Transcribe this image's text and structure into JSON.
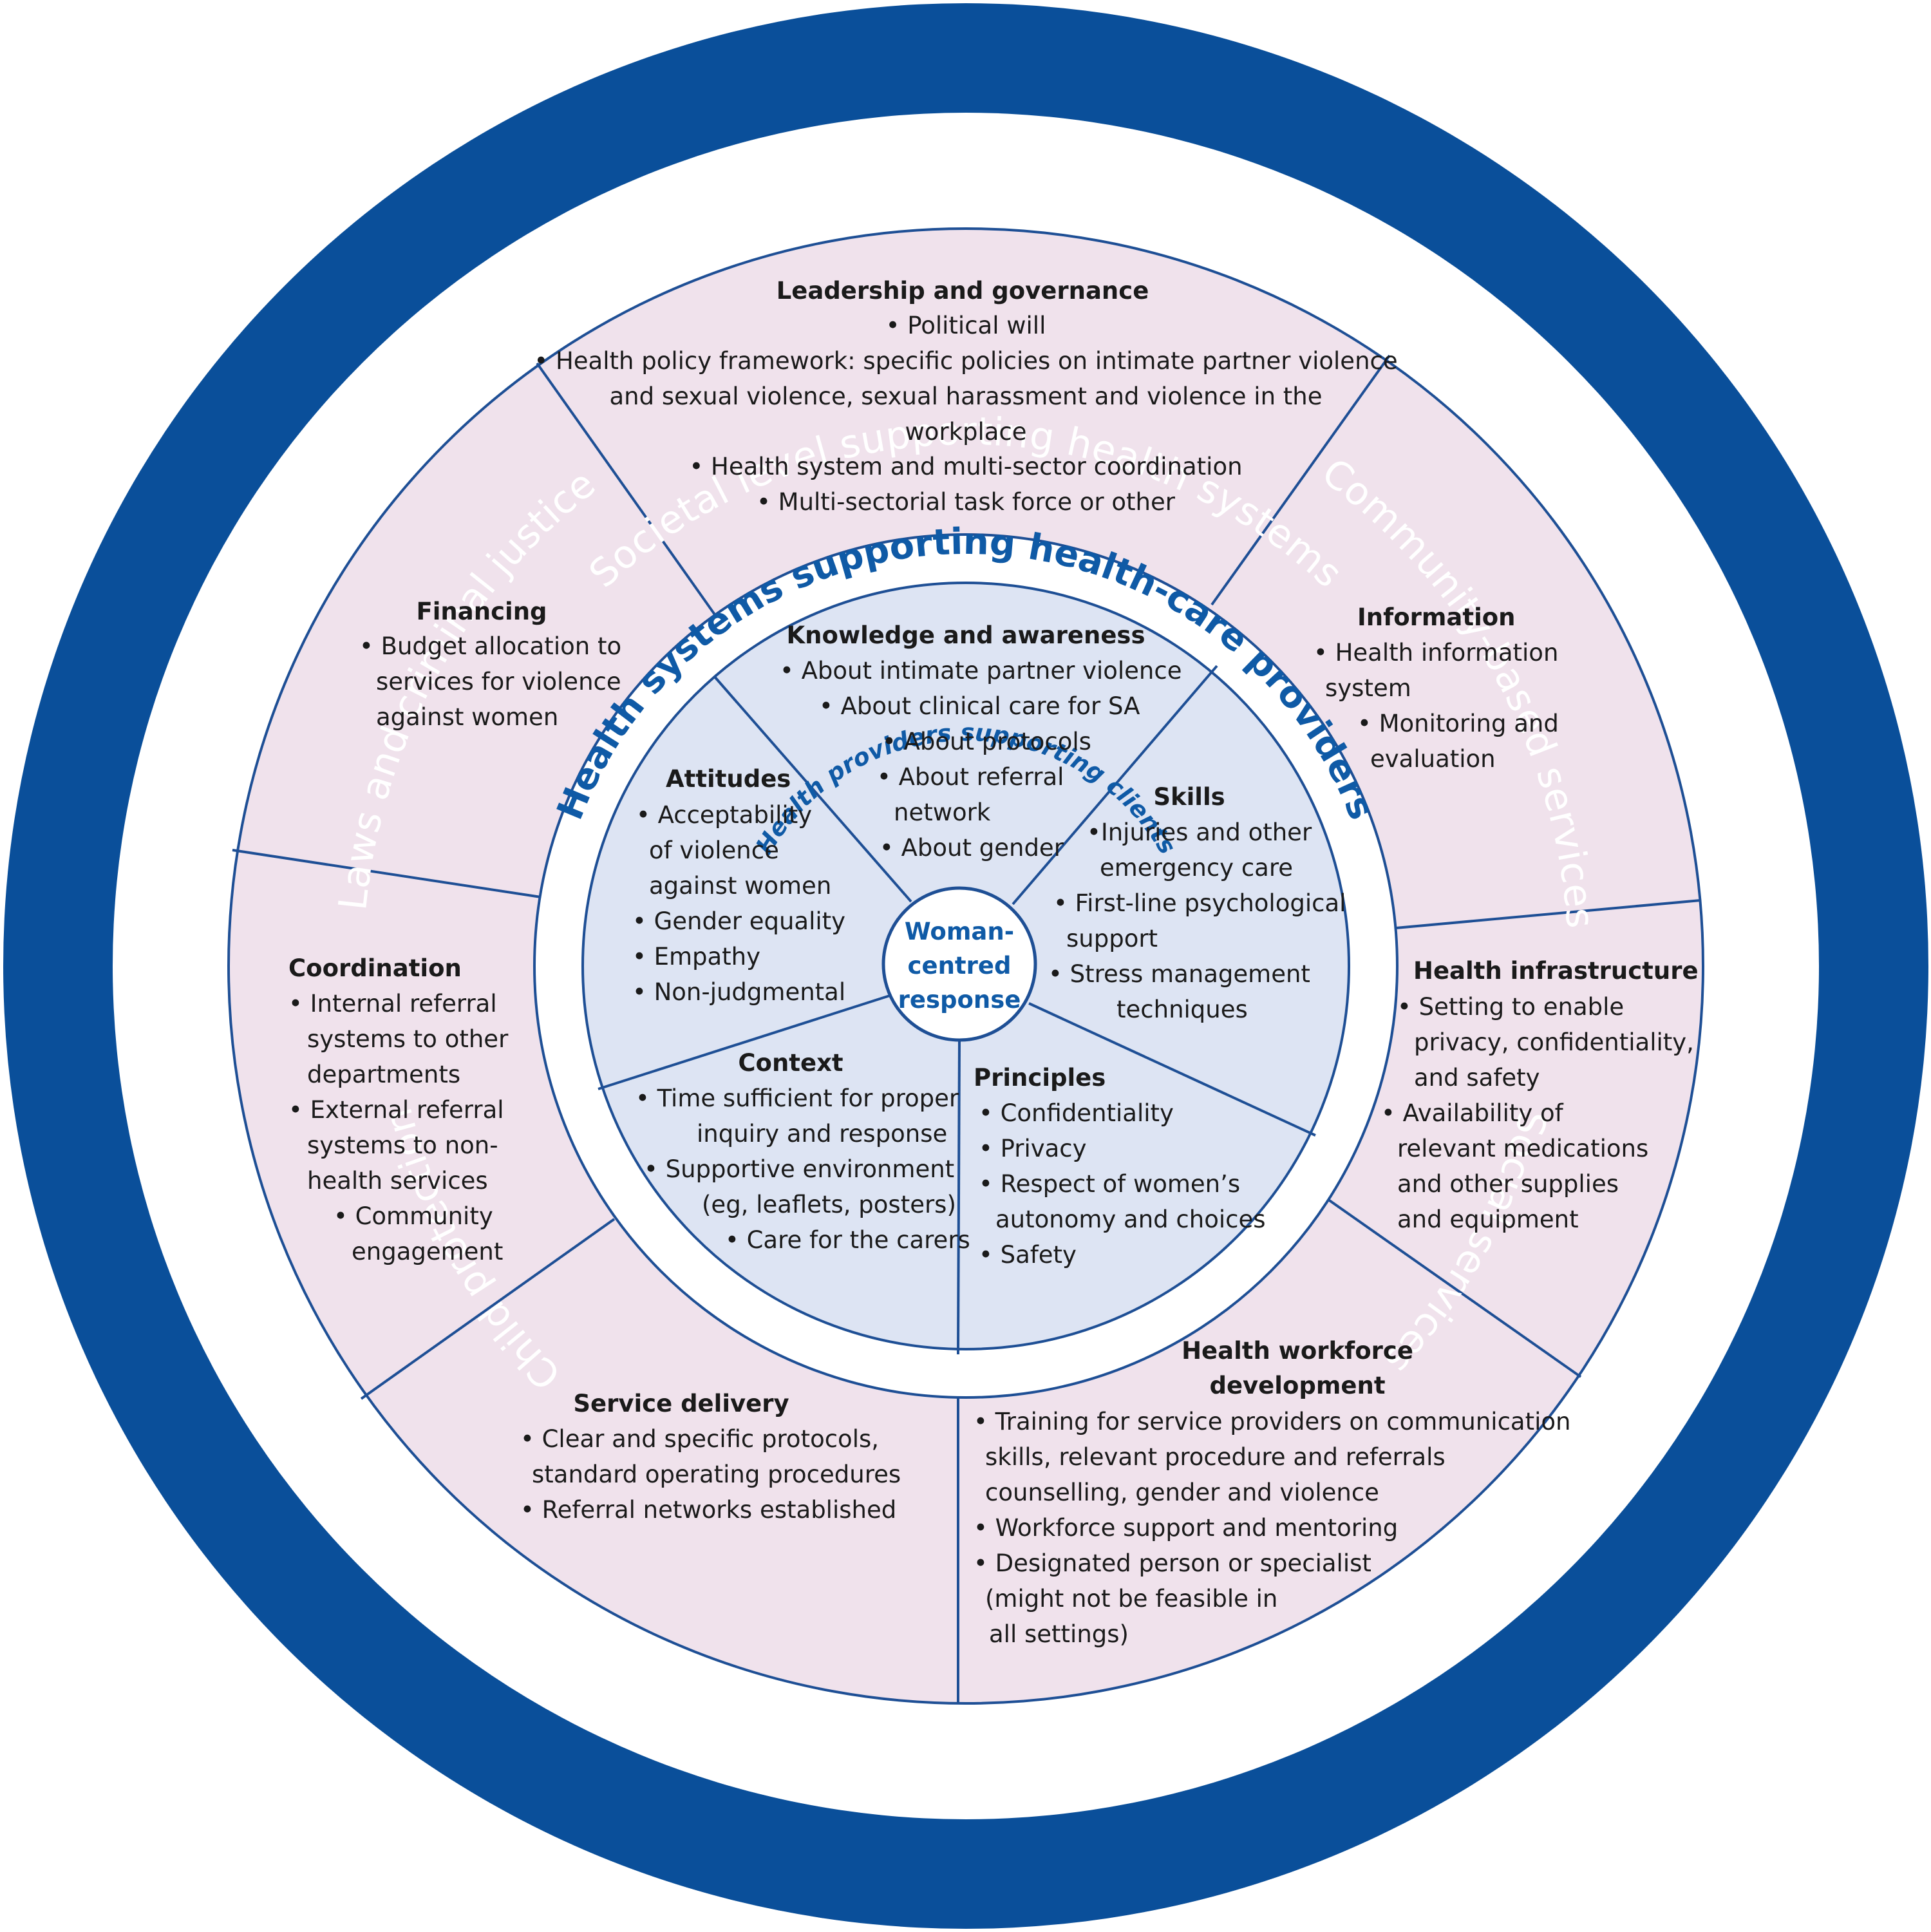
{
  "colors": {
    "outer_ring": "#0a4f9a",
    "middle_segment_fill": "#f0e2ec",
    "inner_segment_fill": "#dde4f3",
    "divider": "#1e4f95",
    "label_blue": "#0f5aa6"
  },
  "outer_ring_labels": {
    "top": "Societal level supporting health systems",
    "left_upper": "Laws and criminal justice",
    "right_upper": "Community-based services",
    "left_lower": "Child protection",
    "right_lower": "Social services"
  },
  "middle_ring_label": "Health systems supporting health-care providers",
  "inner_ring_label": "Health providers supporting clients",
  "center": [
    "Woman-",
    "centred",
    "response"
  ],
  "middle_segments": [
    {
      "title": "Leadership and governance",
      "lines": [
        "• Political will",
        "• Health policy framework: specific policies on intimate partner violence",
        "and sexual violence, sexual harassment and violence in the",
        "workplace",
        "• Health system and multi-sector coordination",
        "• Multi-sectorial task force  or other"
      ]
    },
    {
      "title": "Information",
      "lines": [
        "• Health information",
        "system",
        "• Monitoring and",
        "evaluation"
      ]
    },
    {
      "title": "Health infrastructure",
      "lines": [
        "• Setting to enable",
        "privacy, confidentiality,",
        "and safety",
        "• Availability of",
        "relevant medications",
        "and  other supplies",
        "and equipment"
      ]
    },
    {
      "title": "Health workforce",
      "title2": "development",
      "lines": [
        "• Training for service providers on communication",
        "skills, relevant procedure and referrals",
        "counselling, gender and violence",
        "• Workforce support and mentoring",
        "• Designated person or specialist",
        "(might not be feasible in",
        "all settings)"
      ]
    },
    {
      "title": "Service delivery",
      "lines": [
        "• Clear and specific protocols,",
        "standard operating procedures",
        "• Referral networks established"
      ]
    },
    {
      "title": "Coordination",
      "lines": [
        "• Internal referral",
        "systems to other",
        "departments",
        "• External referral",
        "systems to non-",
        "health services",
        "• Community",
        "engagement"
      ]
    },
    {
      "title": "Financing",
      "lines": [
        "• Budget allocation to",
        "services for violence",
        "against women"
      ]
    }
  ],
  "inner_segments": [
    {
      "title": "Knowledge and awareness",
      "lines": [
        "• About intimate partner violence",
        "• About clinical care for SA",
        "• About protocols",
        "• About referral",
        "network",
        "• About gender"
      ]
    },
    {
      "title": "Skills",
      "lines": [
        "•Injuries and other",
        "emergency care",
        "• First-line psychological",
        "support",
        "• Stress management",
        "techniques"
      ]
    },
    {
      "title": "Principles",
      "lines": [
        "• Confidentiality",
        "• Privacy",
        "• Respect of women’s",
        "autonomy and choices",
        "• Safety"
      ]
    },
    {
      "title": "Context",
      "lines": [
        "• Time sufficient for proper",
        "inquiry and response",
        "• Supportive environment",
        "(eg, leaflets, posters)",
        "• Care for the carers"
      ]
    },
    {
      "title": "Attitudes",
      "lines": [
        "• Acceptability",
        "of violence",
        "against women",
        "• Gender equality",
        "• Empathy",
        "• Non-judgmental"
      ]
    }
  ]
}
